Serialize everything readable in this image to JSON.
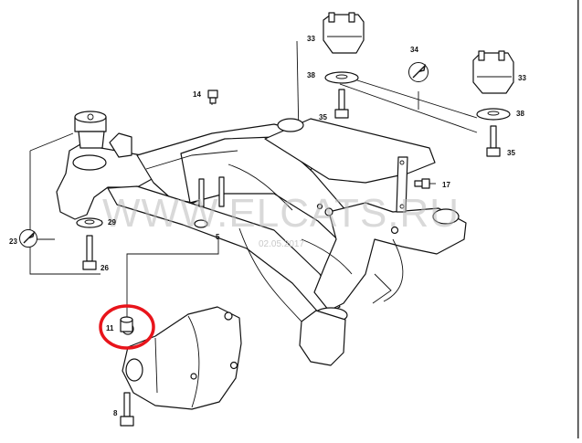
{
  "watermark": {
    "text": "WWW.ELCATS.RU",
    "date": "02.05.2017"
  },
  "highlight_color": "#e8141b",
  "parts": {
    "p5": "5",
    "p8": "8",
    "p11": "11",
    "p14": "14",
    "p17": "17",
    "p23": "23",
    "p26": "26",
    "p29": "29",
    "p33a": "33",
    "p33b": "33",
    "p34": "34",
    "p35a": "35",
    "p35b": "35",
    "p38a": "38",
    "p38b": "38"
  },
  "icons": [
    "wrench-icon"
  ]
}
